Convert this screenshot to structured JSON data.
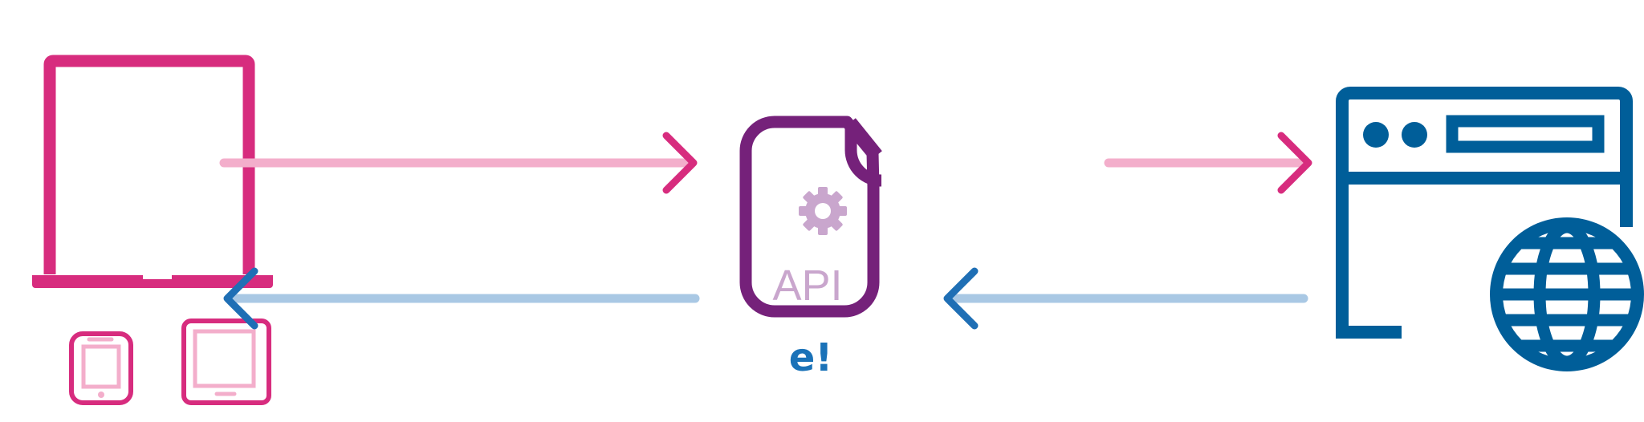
{
  "api_document": {
    "label": "API",
    "icon": "api-document-gear-icon"
  },
  "logo": {
    "text": "e!"
  },
  "colors": {
    "client_magenta": "#d72c7e",
    "client_light_pink": "#f3aecb",
    "api_purple": "#75217a",
    "api_light_purple": "#c9a6cd",
    "server_blue": "#005e99",
    "response_light_blue": "#a9c8e4",
    "response_arrow_blue": "#1f6fb5",
    "logo_blue": "#1a72b8"
  },
  "nodes": [
    {
      "id": "clients",
      "icons": [
        "laptop-icon",
        "phone-icon",
        "tablet-icon"
      ]
    },
    {
      "id": "api",
      "icons": [
        "api-document-icon"
      ]
    },
    {
      "id": "server",
      "icons": [
        "browser-window-icon",
        "globe-icon"
      ]
    }
  ],
  "flows": [
    {
      "from": "clients",
      "to": "api",
      "direction": "right"
    },
    {
      "from": "api",
      "to": "clients",
      "direction": "left"
    },
    {
      "from": "api",
      "to": "server",
      "direction": "right"
    },
    {
      "from": "server",
      "to": "api",
      "direction": "left"
    }
  ]
}
